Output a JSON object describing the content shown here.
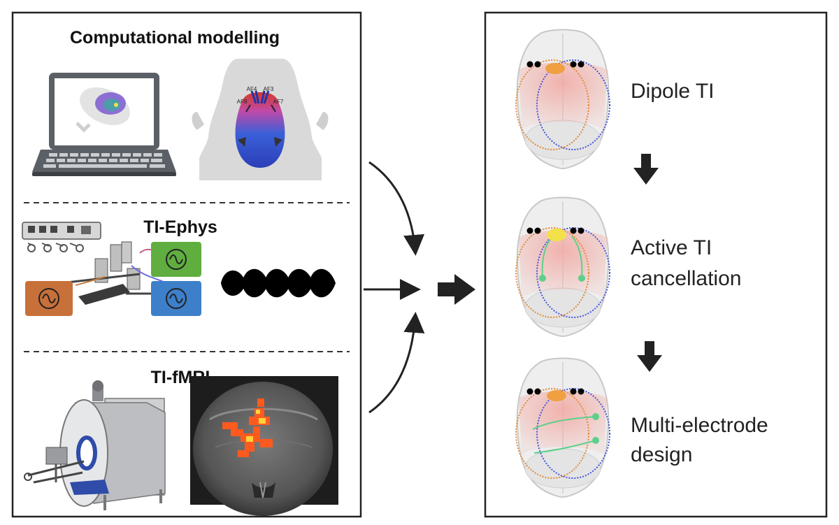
{
  "left_panel": {
    "sections": [
      {
        "title": "Computational modelling"
      },
      {
        "title": "TI-Ephys"
      },
      {
        "title": "TI-fMRI"
      }
    ],
    "electrode_labels": [
      "AF4",
      "AF3",
      "AF8",
      "AF7"
    ]
  },
  "right_panel": {
    "steps": [
      {
        "line1": "Dipole TI",
        "line2": ""
      },
      {
        "line1": "Active TI",
        "line2": "cancellation"
      },
      {
        "line1": "Multi-electrode",
        "line2": "design"
      }
    ]
  },
  "colors": {
    "ephys_orange": "#c8703a",
    "ephys_green": "#5fae3f",
    "ephys_blue": "#3d7fc9",
    "field_pink": "#f2a7a0",
    "orbit_blue": "#4455d8",
    "orbit_orange": "#e08a3a",
    "orbit_green": "#5cd08a",
    "hotspot_yellow": "#f2e14a",
    "fmri_hot": "#ff5a1e"
  }
}
